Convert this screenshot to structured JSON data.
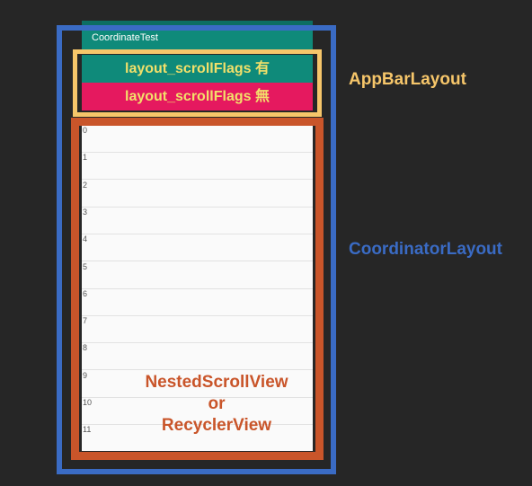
{
  "toolbar": {
    "title": "CoordinateTest"
  },
  "appbar": {
    "scroll_flags_on": "layout_scrollFlags 有",
    "scroll_flags_off": "layout_scrollFlags 無"
  },
  "list": {
    "rows": [
      "0",
      "1",
      "2",
      "3",
      "4",
      "5",
      "6",
      "7",
      "8",
      "9",
      "10",
      "11"
    ]
  },
  "labels": {
    "appbar": "AppBarLayout",
    "coordinator": "CoordinatorLayout",
    "scroll_line1": "NestedScrollView",
    "scroll_line2": "or",
    "scroll_line3": "RecyclerView"
  },
  "colors": {
    "background": "#262626",
    "toolbar": "#0f8a7a",
    "flags_off_bar": "#e5195f",
    "appbar_frame": "#f6c66a",
    "coordinator_frame": "#3a6bc4",
    "scroll_frame": "#c9552a"
  }
}
